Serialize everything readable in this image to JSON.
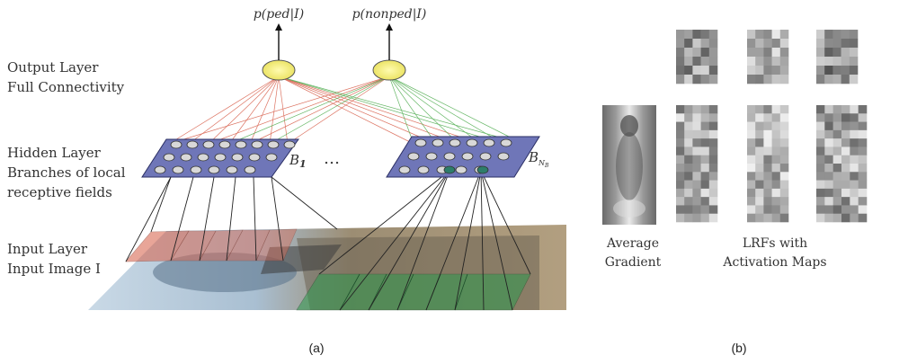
{
  "panel_a": {
    "output_probs": {
      "ped": "p(ped|I)",
      "nonped": "p(nonped|I)"
    },
    "layers": {
      "output": {
        "title": "Output Layer",
        "subtitle": "Full Connectivity"
      },
      "hidden": {
        "title": "Hidden Layer",
        "line2": "Branches of local",
        "line3": "receptive fields"
      },
      "input": {
        "title": "Input Layer",
        "line2": "Input Image I"
      }
    },
    "branch_labels": {
      "first": "B",
      "first_sub": "1",
      "last": "B",
      "last_sub": "N",
      "last_subsub": "B"
    },
    "ellipsis": "…",
    "caption": "(a)",
    "colors": {
      "node": "#f2ee7a",
      "grid": "#6f76b8",
      "red_links": "#d65a45",
      "green_links": "#4cab4c"
    }
  },
  "panel_b": {
    "label_left_1": "Average",
    "label_left_2": "Gradient",
    "label_right_1": "LRFs with",
    "label_right_2": "Activation Maps",
    "caption": "(b)"
  }
}
